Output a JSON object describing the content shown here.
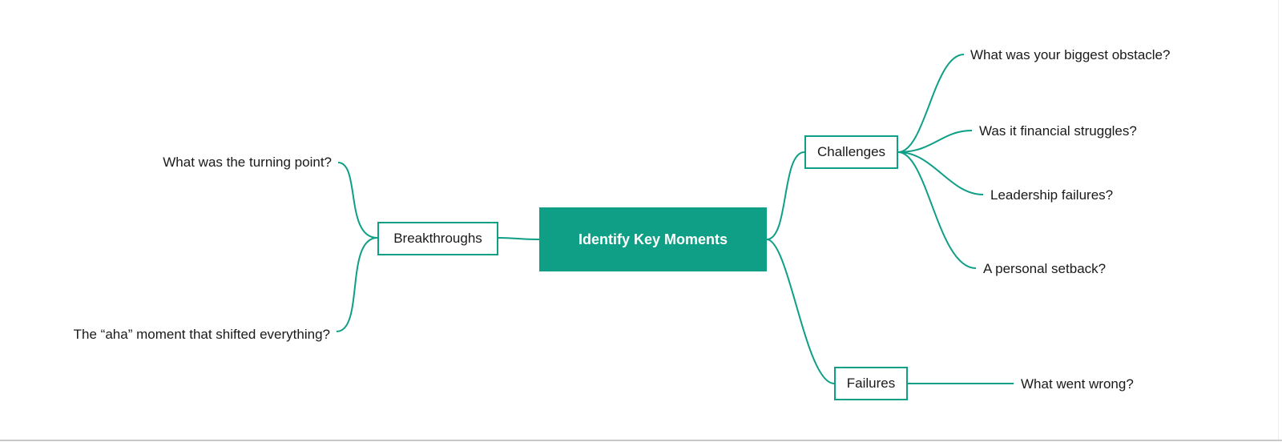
{
  "mindmap": {
    "central": {
      "label": "Identify Key Moments"
    },
    "branches": {
      "breakthroughs": {
        "label": "Breakthroughs",
        "children": [
          "What was the turning point?",
          "The “aha” moment that shifted everything?"
        ]
      },
      "challenges": {
        "label": "Challenges",
        "children": [
          "What was your biggest obstacle?",
          "Was it financial struggles?",
          "Leadership failures?",
          "A personal setback?"
        ]
      },
      "failures": {
        "label": "Failures",
        "children": [
          "What went wrong?"
        ]
      }
    },
    "colors": {
      "accent": "#0e9f86",
      "text": "#1a1a1a",
      "background": "#ffffff"
    }
  }
}
